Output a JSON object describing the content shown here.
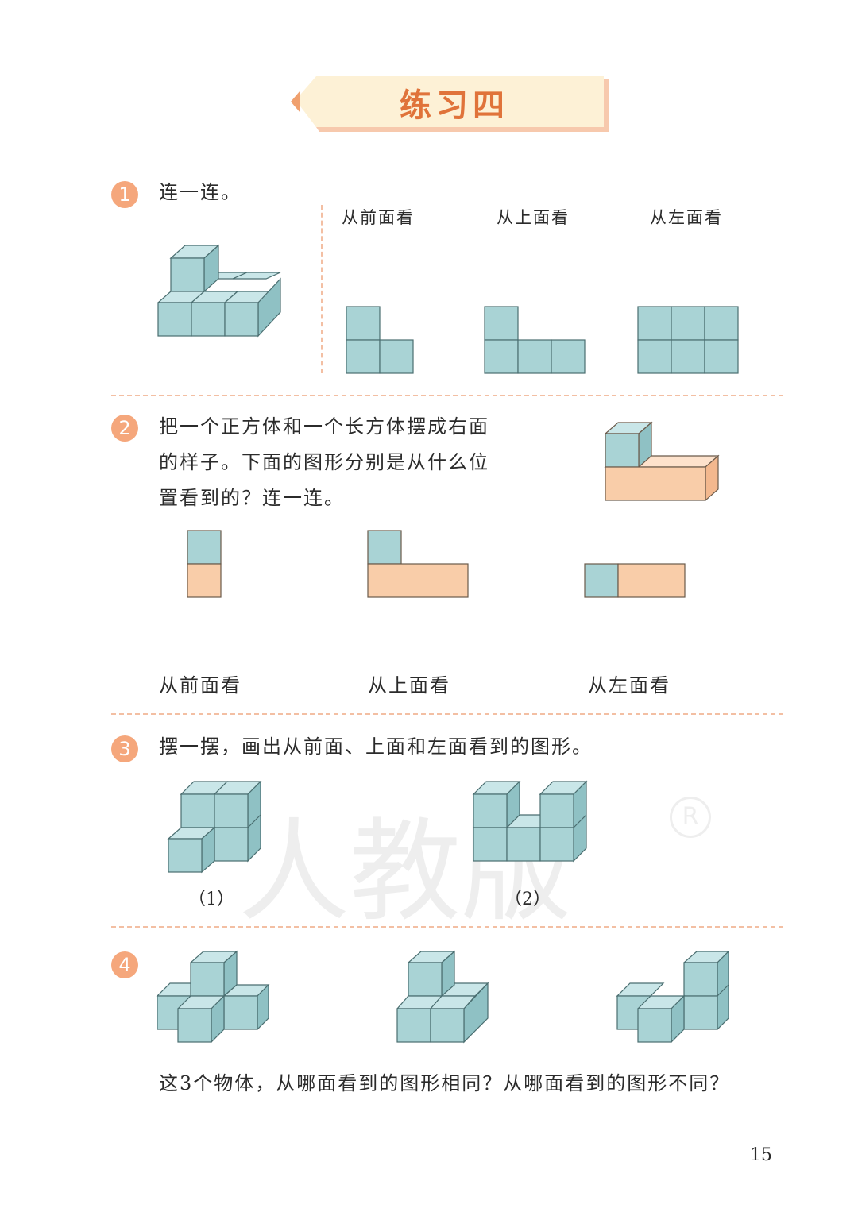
{
  "title": "练习四",
  "q1": {
    "num": "1",
    "text": "连一连。",
    "views": [
      "从前面看",
      "从上面看",
      "从左面看"
    ]
  },
  "q2": {
    "num": "2",
    "line1": "把一个正方体和一个长方体摆成右面",
    "line2": "的样子。下面的图形分别是从什么位",
    "line3": "置看到的？连一连。",
    "views": [
      "从前面看",
      "从上面看",
      "从左面看"
    ]
  },
  "q3": {
    "num": "3",
    "text": "摆一摆，画出从前面、上面和左面看到的图形。",
    "label1": "（1）",
    "label2": "（2）"
  },
  "q4": {
    "num": "4",
    "text": "这3个物体，从哪面看到的图形相同？从哪面看到的图形不同？"
  },
  "page_number": "15",
  "watermark": "人教版",
  "colors": {
    "cube": "#a9d3d5",
    "cube_top": "#c9e6e8",
    "cube_side": "#8fc1c4",
    "box": "#f9cda9",
    "accent": "#e0733a"
  }
}
